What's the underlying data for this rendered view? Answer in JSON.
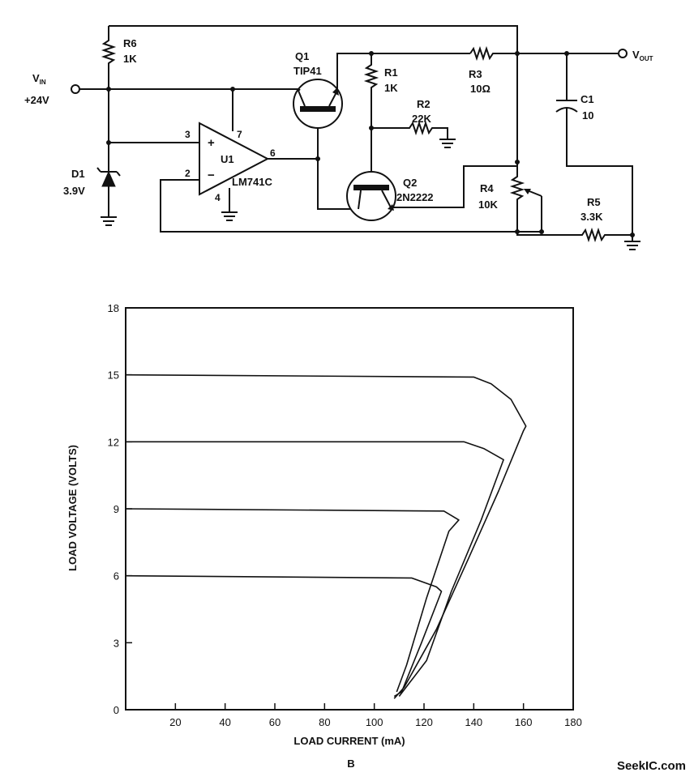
{
  "circuit": {
    "vin": {
      "label_main": "V",
      "label_sub": "IN",
      "voltage": "+24V"
    },
    "vout": {
      "label_main": "V",
      "label_sub": "OUT"
    },
    "r6": {
      "name": "R6",
      "value": "1K"
    },
    "d1": {
      "name": "D1",
      "value": "3.9V"
    },
    "u1": {
      "name": "U1",
      "part": "LM741C",
      "pins": {
        "p2": "2",
        "p3": "3",
        "p4": "4",
        "p6": "6",
        "p7": "7"
      }
    },
    "q1": {
      "name": "Q1",
      "part": "TIP41"
    },
    "q2": {
      "name": "Q2",
      "part": "2N2222"
    },
    "r1": {
      "name": "R1",
      "value": "1K"
    },
    "r2": {
      "name": "R2",
      "value": "22K"
    },
    "r3": {
      "name": "R3",
      "value": "10Ω"
    },
    "r4": {
      "name": "R4",
      "value": "10K"
    },
    "r5": {
      "name": "R5",
      "value": "3.3K"
    },
    "c1": {
      "name": "C1",
      "value": "10"
    }
  },
  "chart_data": {
    "type": "line",
    "xlabel": "LOAD CURRENT (mA)",
    "ylabel": "LOAD VOLTAGE (VOLTS)",
    "xlim": [
      0,
      180
    ],
    "ylim": [
      0,
      18
    ],
    "xticks": [
      20,
      40,
      60,
      80,
      100,
      120,
      140,
      160,
      180
    ],
    "yticks": [
      0,
      3,
      6,
      9,
      12,
      15,
      18
    ],
    "grid": false,
    "series": [
      {
        "x": [
          0,
          115,
          125,
          127,
          119,
          111,
          108
        ],
        "y": [
          6,
          5.9,
          5.5,
          5.3,
          3.0,
          0.8,
          0.6
        ]
      },
      {
        "x": [
          0,
          128,
          134,
          130,
          121,
          113,
          109
        ],
        "y": [
          9,
          8.9,
          8.5,
          8.0,
          5.0,
          2.0,
          0.8
        ]
      },
      {
        "x": [
          0,
          136,
          144,
          152,
          143,
          131,
          121,
          110
        ],
        "y": [
          12,
          12,
          11.7,
          11.2,
          8.5,
          5.3,
          2.2,
          0.6
        ]
      },
      {
        "x": [
          0,
          140,
          147,
          155,
          161,
          160,
          150,
          138,
          125,
          112,
          108
        ],
        "y": [
          15,
          14.9,
          14.6,
          13.9,
          12.7,
          12.5,
          9.8,
          6.8,
          3.6,
          1.0,
          0.5
        ]
      }
    ]
  },
  "figure": {
    "panel_label": "B",
    "watermark": "SeekIC.com"
  }
}
